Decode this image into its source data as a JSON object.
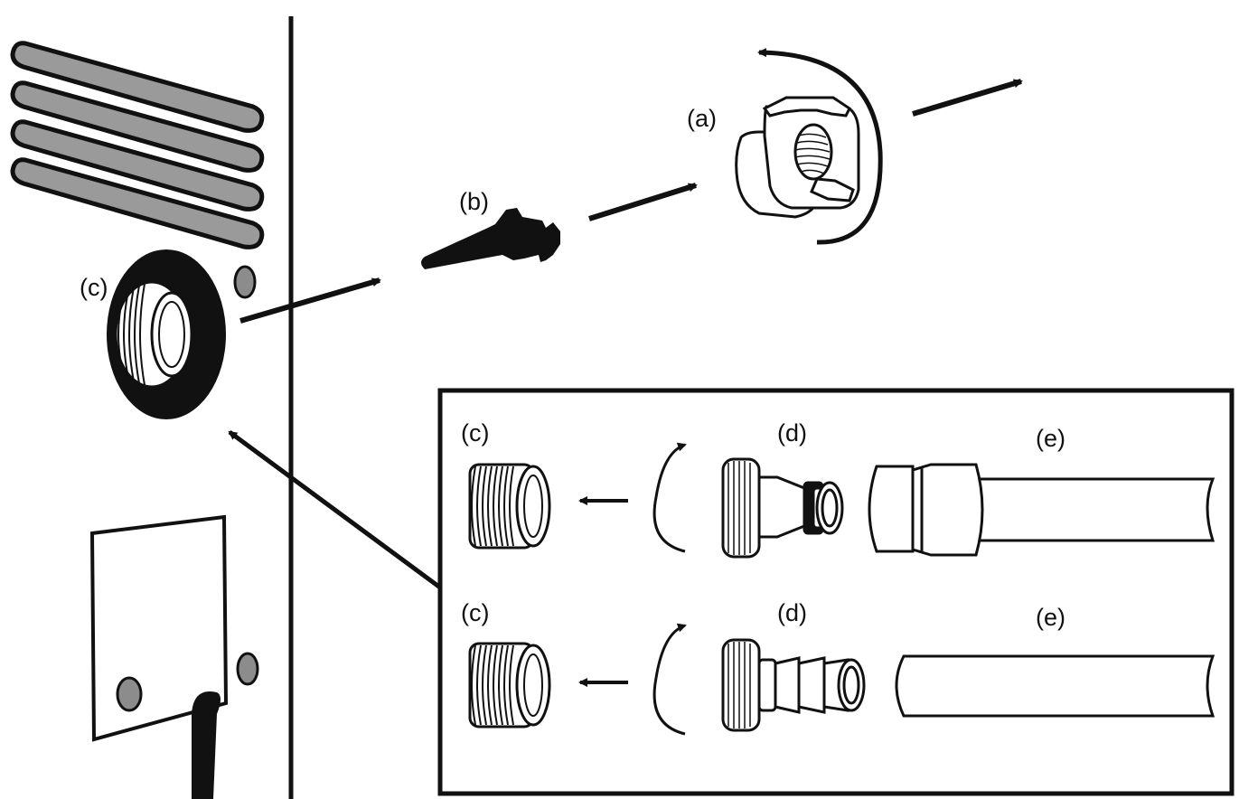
{
  "labels": {
    "a": "(a)",
    "b": "(b)",
    "c_main": "(c)",
    "c_top": "(c)",
    "d_top": "(d)",
    "e_top": "(e)",
    "c_bottom": "(c)",
    "d_bottom": "(d)",
    "e_bottom": "(e)"
  },
  "colors": {
    "ink": "#111111",
    "slot_fill": "#9a9a9a",
    "screw_fill": "#8c8c8c",
    "background": "#ffffff"
  }
}
